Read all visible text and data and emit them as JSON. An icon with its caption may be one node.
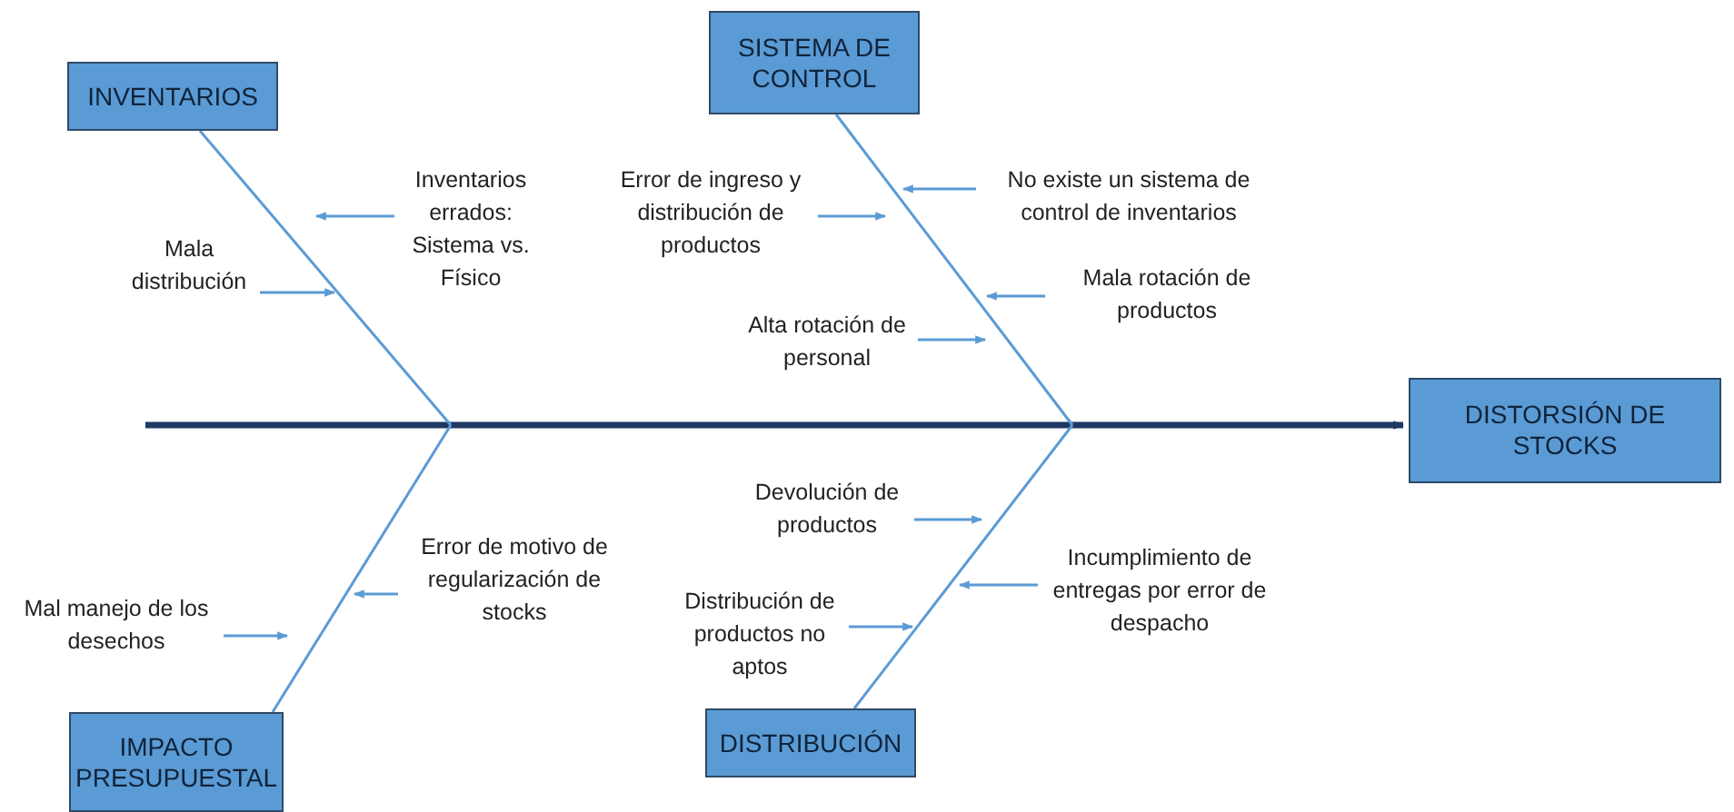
{
  "diagram": {
    "nodes": [
      {
        "text": [
          "INVENTARIOS"
        ]
      },
      {
        "text": [
          "SISTEMA DE CONTROL"
        ]
      },
      {
        "text": [
          "DISTORSIÓN DE STOCKS"
        ]
      },
      {
        "text": [
          "IMPACTO PRESUPUESTAL"
        ]
      },
      {
        "text": [
          "DISTRIBUCIÓN"
        ]
      },
      {
        "text": [
          "Inventarios errados: Sistema vs. Físico"
        ]
      },
      {
        "text": [
          "Mala distribución"
        ]
      },
      {
        "text": [
          "Error de ingreso y distribución de productos"
        ]
      },
      {
        "text": [
          "No existe un sistema de control de inventarios"
        ]
      },
      {
        "text": [
          "Mala rotación de productos"
        ]
      },
      {
        "text": [
          "Alta rotación de personal"
        ]
      },
      {
        "text": [
          "Devolución de productos"
        ]
      },
      {
        "text": [
          "Incumplimiento de entregas por error de despacho"
        ]
      },
      {
        "text": [
          "Error de motivo de regularización de stocks"
        ]
      },
      {
        "text": [
          "Mal manejo de los desechos"
        ]
      },
      {
        "text": [
          "Distribución de productos no aptos"
        ]
      }
    ],
    "edges": [
      {
        "from": null,
        "to": 2,
        "arrow": "to",
        "style": "thick",
        "color": "#1f3864"
      },
      {
        "from": 0,
        "to": null,
        "arrow": "none"
      },
      {
        "from": 1,
        "to": null,
        "arrow": "none"
      },
      {
        "from": 3,
        "to": null,
        "arrow": "none"
      },
      {
        "from": 4,
        "to": null,
        "arrow": "none"
      },
      {
        "from": 5,
        "to": null,
        "arrow": "to"
      },
      {
        "from": 6,
        "to": null,
        "arrow": "to"
      },
      {
        "from": 7,
        "to": null,
        "arrow": "to"
      },
      {
        "from": 8,
        "to": null,
        "arrow": "to"
      },
      {
        "from": 9,
        "to": null,
        "arrow": "to"
      },
      {
        "from": 10,
        "to": null,
        "arrow": "to"
      },
      {
        "from": 11,
        "to": null,
        "arrow": "to"
      },
      {
        "from": 12,
        "to": null,
        "arrow": "to"
      },
      {
        "from": 13,
        "to": null,
        "arrow": "to"
      },
      {
        "from": 14,
        "to": null,
        "arrow": "to"
      },
      {
        "from": 15,
        "to": null,
        "arrow": "to"
      }
    ]
  }
}
